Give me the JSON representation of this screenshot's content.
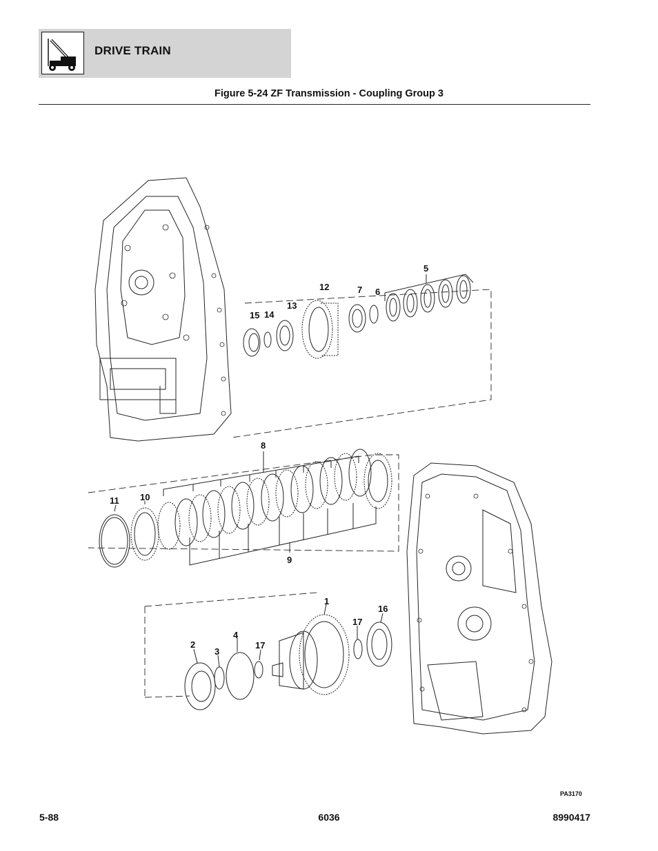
{
  "header": {
    "section_title": "DRIVE TRAIN",
    "logo_icon": "telehandler-icon",
    "band_color": "#d4d4d4"
  },
  "figure": {
    "title": "Figure 5-24 ZF Transmission - Coupling Group 3",
    "drawing_id": "PA3170",
    "callouts": [
      "1",
      "2",
      "3",
      "4",
      "5",
      "6",
      "7",
      "8",
      "9",
      "10",
      "11",
      "12",
      "13",
      "14",
      "15",
      "16",
      "17",
      "17"
    ]
  },
  "footer": {
    "page_number": "5-88",
    "model": "6036",
    "manual_number": "8990417"
  }
}
